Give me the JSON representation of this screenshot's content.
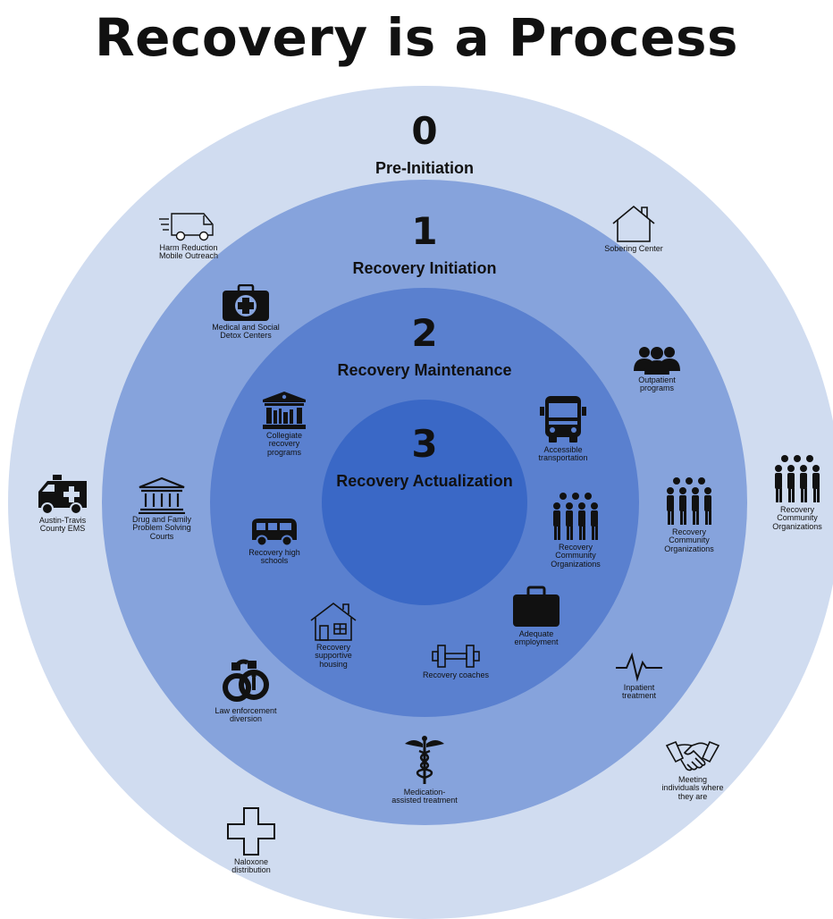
{
  "title": "Recovery is a Process",
  "stages": [
    {
      "number": "0",
      "label": "Pre-Initiation"
    },
    {
      "number": "1",
      "label": "Recovery Initiation"
    },
    {
      "number": "2",
      "label": "Recovery Maintenance"
    },
    {
      "number": "3",
      "label": "Recovery Actualization"
    }
  ],
  "colors": {
    "ring0": "#d0dcf0",
    "ring1": "#86a3dc",
    "ring2": "#5a80cf",
    "ring3": "#3a68c6"
  },
  "items": [
    {
      "label": "Harm Reduction\nMobile Outreach",
      "icon": "van-icon"
    },
    {
      "label": "Sobering Center",
      "icon": "house-outline-icon"
    },
    {
      "label": "Medical and Social\nDetox Centers",
      "icon": "medical-kit-icon"
    },
    {
      "label": "Outpatient\nprograms",
      "icon": "group-icon"
    },
    {
      "label": "Collegiate\nrecovery\nprograms",
      "icon": "library-icon"
    },
    {
      "label": "Accessible\ntransportation",
      "icon": "bus-icon"
    },
    {
      "label": "Austin-Travis\nCounty EMS",
      "icon": "ambulance-icon"
    },
    {
      "label": "Drug and Family\nProblem Solving\nCourts",
      "icon": "courthouse-icon"
    },
    {
      "label": "Recovery\nCommunity\nOrganizations",
      "icon": "people-group-icon"
    },
    {
      "label": "Recovery\nCommunity\nOrganizations",
      "icon": "people-group-icon"
    },
    {
      "label": "Recovery\nCommunity\nOrganizations",
      "icon": "people-group-icon"
    },
    {
      "label": "Recovery high\nschools",
      "icon": "school-bus-icon"
    },
    {
      "label": "Adequate\nemployment",
      "icon": "briefcase-icon"
    },
    {
      "label": "Recovery\nsupportive\nhousing",
      "icon": "house-icon"
    },
    {
      "label": "Recovery coaches",
      "icon": "dumbbell-icon"
    },
    {
      "label": "Law enforcement\ndiversion",
      "icon": "handcuffs-icon"
    },
    {
      "label": "Inpatient\ntreatment",
      "icon": "heartbeat-icon"
    },
    {
      "label": "Medication-\nassisted treatment",
      "icon": "caduceus-icon"
    },
    {
      "label": "Meeting\nindividuals where\nthey are",
      "icon": "handshake-icon"
    },
    {
      "label": "Naloxone\ndistribution",
      "icon": "cross-icon"
    }
  ]
}
